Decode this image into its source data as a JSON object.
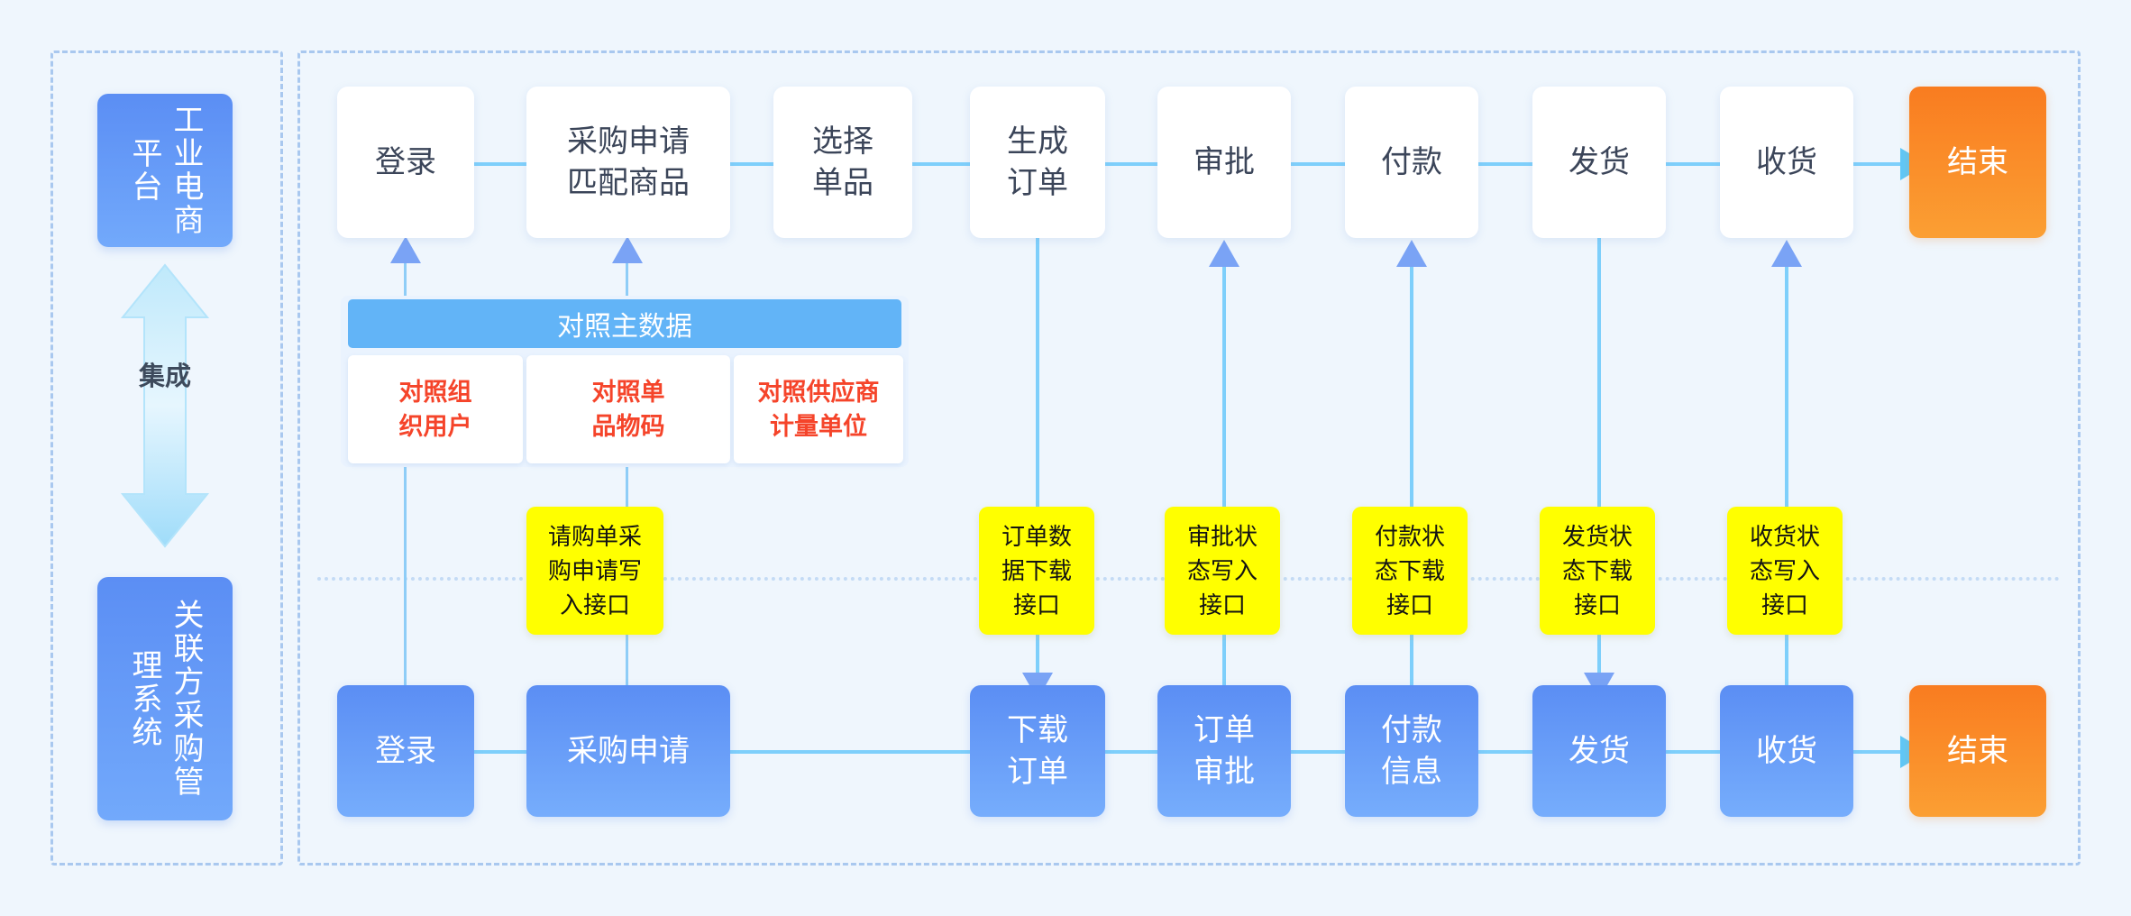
{
  "lanes": {
    "top": "工业电商平台",
    "bottom": "关联方采购管理系统",
    "integration_label": "集成"
  },
  "top_flow": [
    {
      "label": "登录"
    },
    {
      "label": "采购申请\n匹配商品"
    },
    {
      "label": "选择\n单品"
    },
    {
      "label": "生成\n订单"
    },
    {
      "label": "审批"
    },
    {
      "label": "付款"
    },
    {
      "label": "发货"
    },
    {
      "label": "收货"
    },
    {
      "label": "结束"
    }
  ],
  "master_data": {
    "header": "对照主数据",
    "cards": [
      {
        "label": "对照组\n织用户"
      },
      {
        "label": "对照单\n品物码"
      },
      {
        "label": "对照供应商\n计量单位"
      }
    ]
  },
  "interfaces": [
    {
      "label": "请购单采\n购申请写\n入接口"
    },
    {
      "label": "订单数\n据下载\n接口"
    },
    {
      "label": "审批状\n态写入\n接口"
    },
    {
      "label": "付款状\n态下载\n接口"
    },
    {
      "label": "发货状\n态下载\n接口"
    },
    {
      "label": "收货状\n态写入\n接口"
    }
  ],
  "bottom_flow": [
    {
      "label": "登录"
    },
    {
      "label": "采购申请"
    },
    {
      "label": "下载\n订单"
    },
    {
      "label": "订单\n审批"
    },
    {
      "label": "付款\n信息"
    },
    {
      "label": "发货"
    },
    {
      "label": "收货"
    },
    {
      "label": "结束"
    }
  ],
  "colors": {
    "background": "#eff6fd",
    "primary_blue": "#5b8ef4",
    "light_blue": "#76adfc",
    "connector_blue": "#7ecffb",
    "arrow_blue": "#7aa3f5",
    "master_header": "#62b4f7",
    "interface_yellow": "#ffff00",
    "end_orange": "#f97c20",
    "card_red": "#f5442a",
    "frame_dash": "#a9c8ef",
    "text_dark": "#3b4559"
  }
}
